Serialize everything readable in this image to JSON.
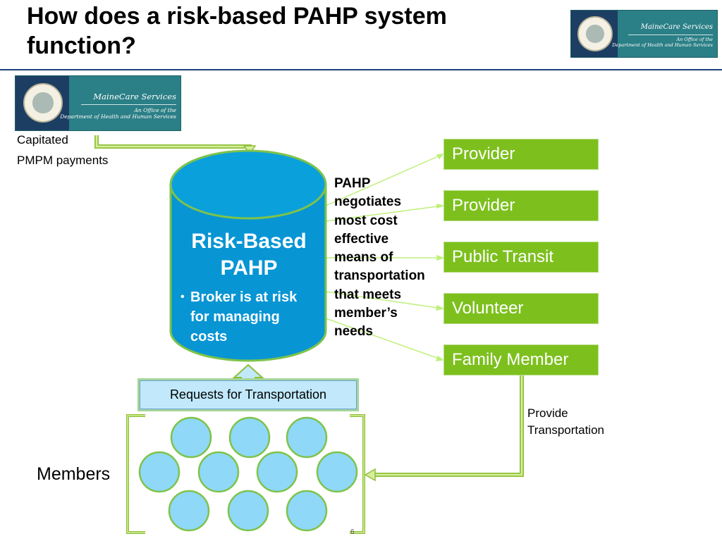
{
  "slide": {
    "title_line1": "How does a risk-based PAHP system",
    "title_line2": "function?",
    "page_number": "6"
  },
  "logo": {
    "brand": "MaineCare Services",
    "sub_line1": "An Office of the",
    "sub_line2": "Department of Health and Human Services"
  },
  "labels": {
    "capitated_line1": "Capitated",
    "capitated_line2": "PMPM payments",
    "provide_line1": "Provide",
    "provide_line2": "Transportation",
    "members": "Members"
  },
  "pahp": {
    "title_line1": "Risk-Based",
    "title_line2": "PAHP",
    "bullet": "Broker is at risk for managing costs"
  },
  "negotiation_text": {
    "lines": [
      "PAHP",
      "negotiates",
      "most cost",
      "effective",
      "means of",
      "transportation",
      "that meets",
      "member’s",
      "needs"
    ]
  },
  "providers": [
    {
      "label": "Provider"
    },
    {
      "label": "Provider"
    },
    {
      "label": "Public Transit"
    },
    {
      "label": "Volunteer"
    },
    {
      "label": "Family Member"
    }
  ],
  "requests": {
    "label": "Requests for Transportation"
  },
  "colors": {
    "cylinder": "#0795d4",
    "provider_box": "#7dc01e",
    "member_circle": "#8fd8f8",
    "title_rule": "#1f3f7a",
    "arrow_green": "#bfe07a"
  },
  "icons": [
    "maine-seal-icon"
  ]
}
